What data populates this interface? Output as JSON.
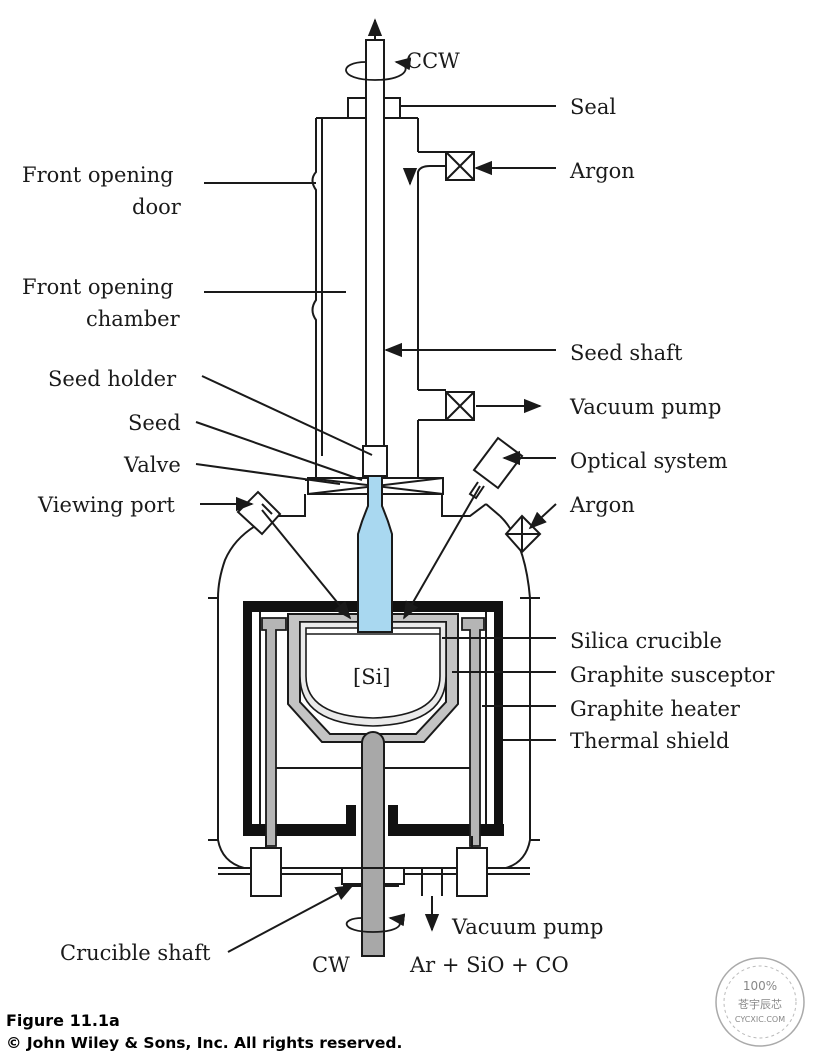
{
  "labels": {
    "ccw": "CCW",
    "seal": "Seal",
    "argon_top": "Argon",
    "front_opening_door_1": "Front opening",
    "front_opening_door_2": "door",
    "front_opening_chamber_1": "Front opening",
    "front_opening_chamber_2": "chamber",
    "seed_shaft": "Seed shaft",
    "seed_holder": "Seed holder",
    "vacuum_pump_top": "Vacuum pump",
    "seed": "Seed",
    "optical_system": "Optical system",
    "valve": "Valve",
    "viewing_port": "Viewing port",
    "argon_side": "Argon",
    "silica_crucible": "Silica crucible",
    "graphite_susceptor": "Graphite susceptor",
    "graphite_heater": "Graphite heater",
    "thermal_shield": "Thermal shield",
    "si_melt": "[Si]",
    "vacuum_pump_bottom": "Vacuum pump",
    "crucible_shaft": "Crucible shaft",
    "cw": "CW",
    "exhaust_gas": "Ar + SiO + CO"
  },
  "caption": {
    "figure": "Figure 11.1a",
    "copyright": "© John Wiley & Sons, Inc. All rights reserved."
  },
  "stamp": {
    "top": "100%",
    "middle": "苍宇辰芯",
    "bottom": "CYCXIC.COM"
  },
  "colors": {
    "ink": "#1a1a1a",
    "crystal": "#a9d8f0",
    "graphite": "#c4c4c4",
    "heater": "#b5b5b5",
    "shaft": "#a8a8a8"
  }
}
